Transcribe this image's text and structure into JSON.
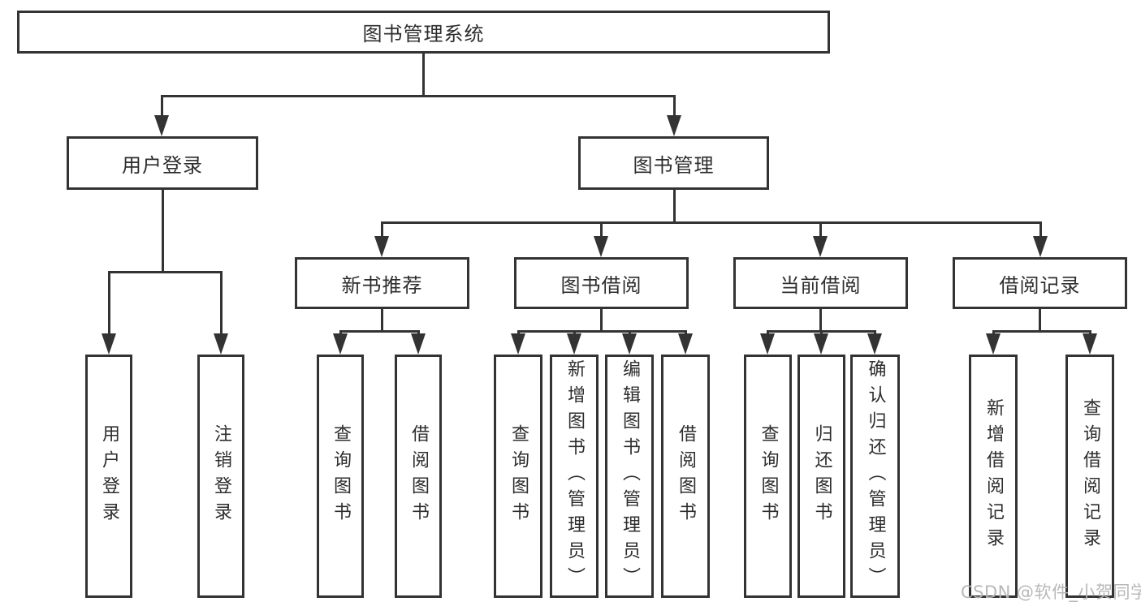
{
  "diagram_title": "图书管理系统",
  "colors": {
    "line": "#333333",
    "text": "#2d2d2d",
    "background": "#ffffff",
    "watermark": "#b5b5b5"
  },
  "nodes": {
    "root": {
      "label": "图书管理系统"
    },
    "level2": [
      {
        "label": "用户登录",
        "parent": "图书管理系统"
      },
      {
        "label": "图书管理",
        "parent": "图书管理系统"
      }
    ],
    "level3": [
      {
        "label": "新书推荐",
        "parent": "图书管理"
      },
      {
        "label": "图书借阅",
        "parent": "图书管理"
      },
      {
        "label": "当前借阅",
        "parent": "图书管理"
      },
      {
        "label": "借阅记录",
        "parent": "图书管理"
      }
    ],
    "level4": [
      {
        "label": "用户登录",
        "parent": "用户登录"
      },
      {
        "label": "注销登录",
        "parent": "用户登录"
      },
      {
        "label": "查询图书",
        "parent": "新书推荐"
      },
      {
        "label": "借阅图书",
        "parent": "新书推荐"
      },
      {
        "label": "查询图书",
        "parent": "图书借阅"
      },
      {
        "label": "新增图书（管理员）",
        "parent": "图书借阅"
      },
      {
        "label": "编辑图书（管理员）",
        "parent": "图书借阅"
      },
      {
        "label": "借阅图书",
        "parent": "图书借阅"
      },
      {
        "label": "查询图书",
        "parent": "当前借阅"
      },
      {
        "label": "归还图书",
        "parent": "当前借阅"
      },
      {
        "label": "确认归还（管理员）",
        "parent": "当前借阅"
      },
      {
        "label": "新增借阅记录",
        "parent": "借阅记录"
      },
      {
        "label": "查询借阅记录",
        "parent": "借阅记录"
      }
    ]
  },
  "watermark": {
    "text": "CSDN @软件_小贺同学"
  }
}
